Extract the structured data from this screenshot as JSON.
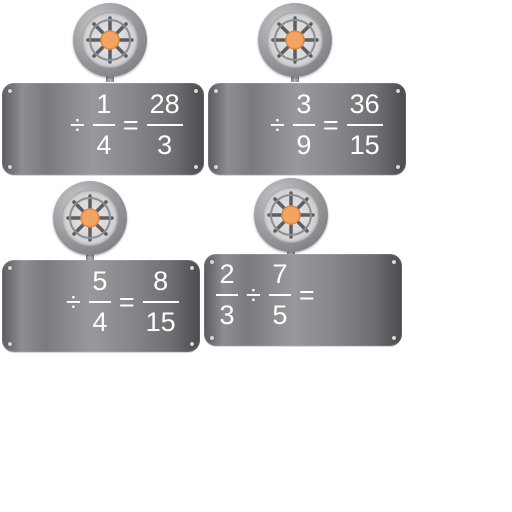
{
  "puzzles": [
    {
      "given": {
        "num": "1",
        "den": "4"
      },
      "operator": "÷",
      "equals": "=",
      "result": {
        "num": "28",
        "den": "3"
      }
    },
    {
      "given": {
        "num": "3",
        "den": "9"
      },
      "operator": "÷",
      "equals": "=",
      "result": {
        "num": "36",
        "den": "15"
      }
    },
    {
      "given": {
        "num": "5",
        "den": "4"
      },
      "operator": "÷",
      "equals": "=",
      "result": {
        "num": "8",
        "den": "15"
      }
    },
    {
      "first": {
        "num": "2",
        "den": "3"
      },
      "operator": "÷",
      "second": {
        "num": "7",
        "den": "5"
      },
      "equals": "="
    }
  ],
  "colors": {
    "gear_hub": "#f4a460",
    "panel": "#8a8b8f"
  }
}
